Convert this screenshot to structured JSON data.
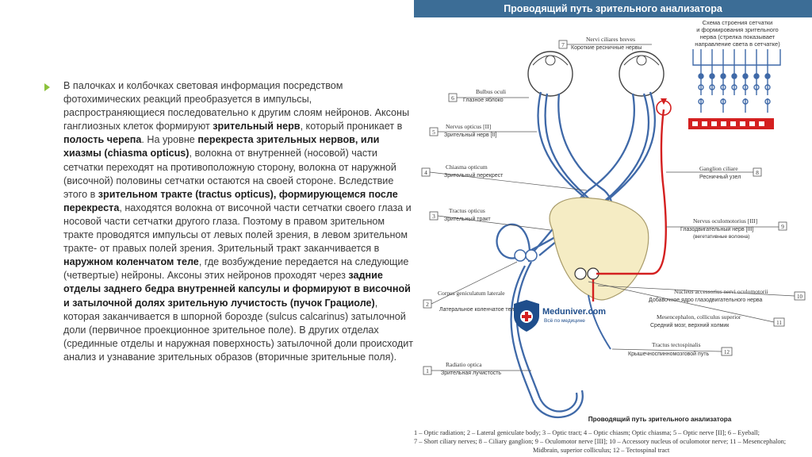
{
  "text_block": {
    "segments": [
      {
        "t": "В палочках и колбочках световая информация посредством фотохимических реакций преобразуется в импульсы, распространяющиеся последовательно к другим слоям нейронов. Аксоны ганглиозных клеток формируют ",
        "b": false
      },
      {
        "t": "зрительный нерв",
        "b": true
      },
      {
        "t": ", который проникает в ",
        "b": false
      },
      {
        "t": "полость черепа",
        "b": true
      },
      {
        "t": ". На уровне ",
        "b": false
      },
      {
        "t": "перекреста зрительных нервов, или хиазмы (chiasma opticus)",
        "b": true
      },
      {
        "t": ", волокна от внутренней (носовой) части сетчатки переходят на противоположную сторону, волокна от наружной (височной) половины сетчатки остаются на своей стороне. Вследствие этого в ",
        "b": false
      },
      {
        "t": "зрительном тракте (tractus opticus), формирующемся после перекреста",
        "b": true
      },
      {
        "t": ", находятся волокна от височной части сетчатки своего глаза и носовой части сетчатки другого глаза. Поэтому в правом зрительном тракте проводятся импульсы от левых полей зрения, в левом зрительном тракте- от правых полей зрения. Зрительный тракт заканчивается в ",
        "b": false
      },
      {
        "t": "наружном коленчатом теле",
        "b": true
      },
      {
        "t": ", где возбуждение передается на следующие (четвертые) нейроны. Аксоны этих нейронов проходят через ",
        "b": false
      },
      {
        "t": "задние отделы заднего бедра внутренней капсулы и формируют в височной и затылочной долях зрительную лучистость (пучок Грациоле)",
        "b": true
      },
      {
        "t": ", которая заканчивается в шпорной борозде (sulcus calcarinus) затылочной доли (первичное проекционное зрительное поле). В других отделах (срединные отделы и наружная поверхность) затылочной доли происходит анализ и узнавание зрительных образов (вторичные зрительные поля).",
        "b": false
      }
    ]
  },
  "figure": {
    "header_title": "Проводящий путь зрительного анализатора",
    "inset_caption": [
      "Схема строения сетчатки",
      "и формирования зрительного",
      "нерва (стрелка показывает",
      "направление света в сетчатке)"
    ],
    "labels_left": [
      {
        "num": "6",
        "latin": "Bulbus oculi",
        "ru": "Глазное яблоко"
      },
      {
        "num": "5",
        "latin": "Nervus opticus [II]",
        "ru": "Зрительный нерв [II]"
      },
      {
        "num": "4",
        "latin": "Chiasma opticum",
        "ru": "Зрительный перекрест"
      },
      {
        "num": "3",
        "latin": "Tractus opticus",
        "ru": "Зрительный тракт"
      },
      {
        "num": "2",
        "latin": "Corpus geniculatum laterale",
        "ru": "Латеральное коленчатое тело"
      },
      {
        "num": "1",
        "latin": "Radiatio optica",
        "ru": "Зрительная лучистость"
      }
    ],
    "label_top": {
      "num": "7",
      "latin": "Nervi ciliares breves",
      "ru": "Короткие ресничные нервы"
    },
    "labels_right": [
      {
        "num": "8",
        "latin": "Ganglion ciliare",
        "ru": "Ресничный узел"
      },
      {
        "num": "9",
        "latin": "Nervus oculomotorius [III]",
        "ru": "Глазодвигательный нерв [III]",
        "ru2": "(вегетативные волокна)"
      },
      {
        "num": "10",
        "latin": "Nucleus accessorius nervi oculomotorii",
        "ru": "Добавочное ядро глазодвигательного нерва"
      },
      {
        "num": "11",
        "latin": "Mesencephalon, colliculus superior",
        "ru": "Средний мозг, верхний холмик"
      },
      {
        "num": "12",
        "latin": "Tractus tectospinalis",
        "ru": "Крышечноспинномозговой путь"
      }
    ],
    "watermark": {
      "name": "Meduniver.com",
      "sub": "Всё по медицине"
    },
    "bottom_title": "Проводящий путь зрительного анализатора",
    "caption_lines": [
      "1 – Optic radiation; 2 – Lateral geniculate body; 3 – Optic tract; 4 – Optic chiasm; Optic chiasma; 5 – Optic nerve [II]; 6 – Eyeball;",
      "7 – Short ciliary nerves; 8 – Ciliary ganglion; 9 – Oculomotor nerve [III]; 10 – Accessory nucleus of oculomotor nerve; 11 – Mesencephalon;",
      "Midbrain, superior colliculus; 12 – Tectospinal tract"
    ],
    "colors": {
      "header": "#3c6d96",
      "pathway_blue": "#3f69a8",
      "reflex_red": "#d42020",
      "brainstem": "#f5ecc4",
      "bullet": "#8cc23c"
    }
  }
}
